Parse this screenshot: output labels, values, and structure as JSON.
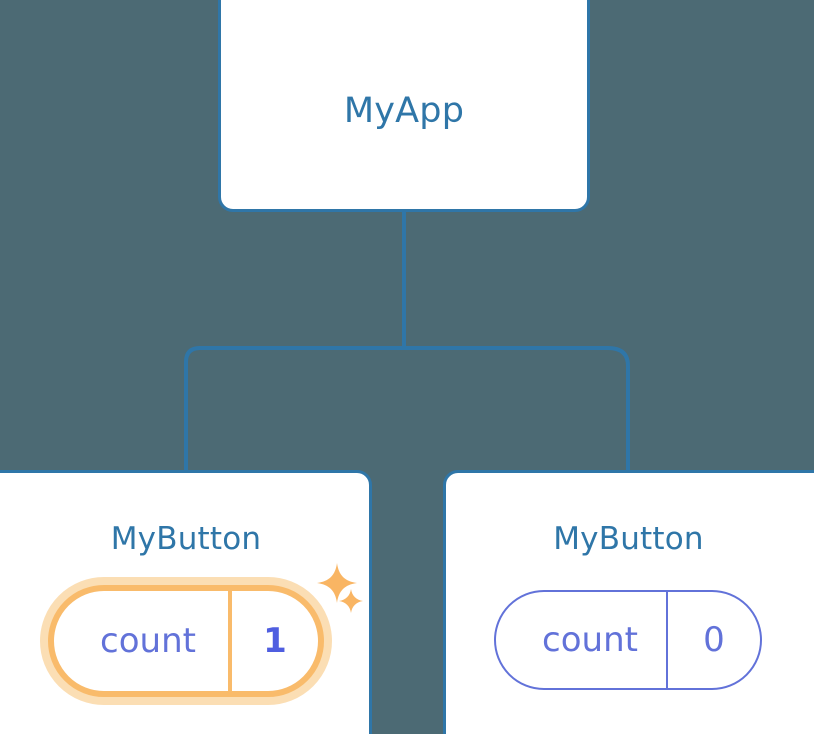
{
  "diagram": {
    "type": "component-tree",
    "background_color": "#4c6a74",
    "node_border_color": "#2f76a8",
    "node_title_color": "#2f76a8",
    "connector_color": "#2f76a8",
    "state_color": "#6272d9",
    "highlight_color": "#f9bb6b",
    "highlight_glow_color": "#fbdcb0"
  },
  "root": {
    "title": "MyApp"
  },
  "children": [
    {
      "title": "MyButton",
      "state": {
        "key": "count",
        "value": "1"
      },
      "highlighted": true,
      "sparkles": [
        "sparkle-large",
        "sparkle-small"
      ]
    },
    {
      "title": "MyButton",
      "state": {
        "key": "count",
        "value": "0"
      },
      "highlighted": false,
      "sparkles": []
    }
  ]
}
